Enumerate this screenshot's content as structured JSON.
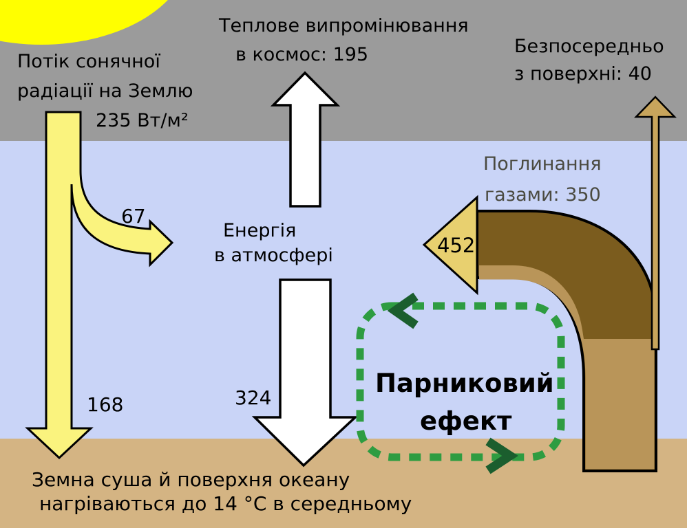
{
  "labels": {
    "solar_flux_line1": "Потік сонячної",
    "solar_flux_line2": "радіації на Землю",
    "solar_flux_value": "235 Вт/м²",
    "thermal_space_line1": "Теплове випромінювання",
    "thermal_space_line2": "в космос: 195",
    "direct_surface_line1": "Безпосередньо",
    "direct_surface_line2": "з поверхні: 40",
    "absorption_line1": "Поглинання",
    "absorption_line2": "газами: 350",
    "atmosphere_energy_line1": "Енергія",
    "atmosphere_energy_line2": "в атмосфері",
    "greenhouse_line1": "Парниковий",
    "greenhouse_line2": "ефект",
    "value_reflected": "67",
    "value_absorbed_surface": "168",
    "value_back_radiation": "324",
    "value_downward_ir": "452",
    "surface_line1": "Земна суша й поверхня океану",
    "surface_line2": "нагріваються до 14 °C в середньому"
  },
  "colors": {
    "sky_space": "#9B9B9B",
    "sky_atmosphere": "#C9D4F7",
    "ground": "#D4B483",
    "sun": "#FFFF00",
    "solar_arrow": "#FAF37E",
    "white_arrow": "#FFFFFF",
    "ir_dark_brown": "#7B5C1E",
    "ir_mid_tan": "#B99559",
    "ir_thin_tan": "#C8A55C",
    "ir_head_khaki": "#E8D06F",
    "greenhouse_green": "#2E9C41",
    "greenhouse_dark_green": "#1B5E2E"
  }
}
